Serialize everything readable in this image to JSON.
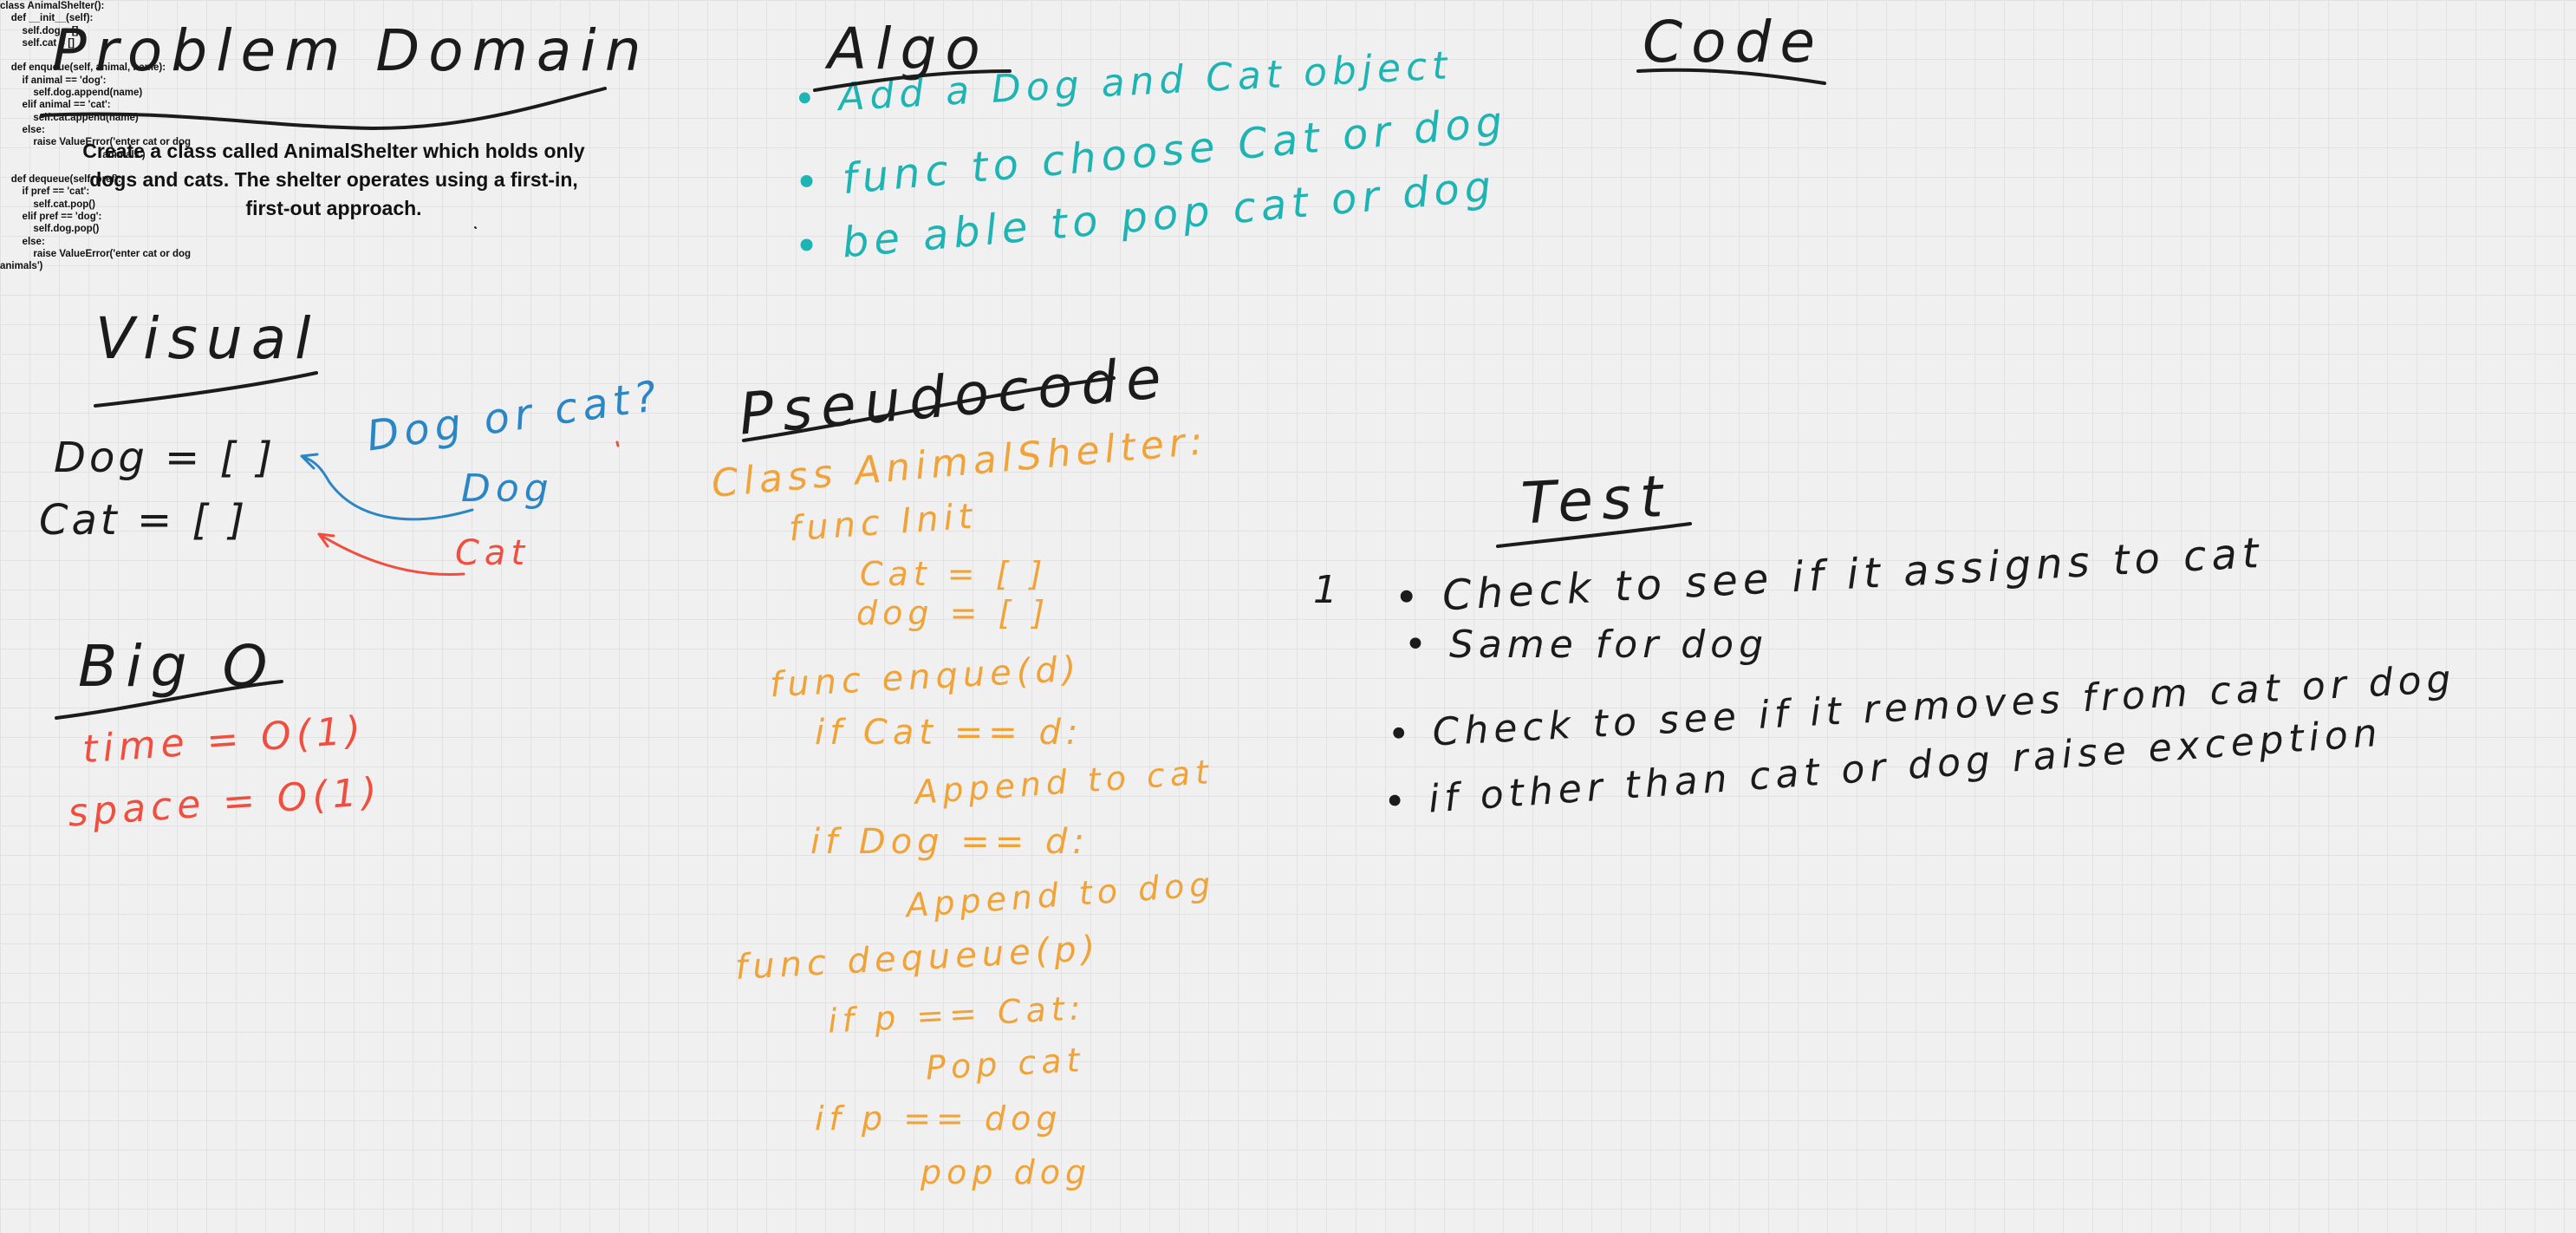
{
  "problem_domain": {
    "heading": "Problem Domain",
    "description": "Create a class called AnimalShelter which holds only\ndogs and cats. The shelter operates using a first-in,\nfirst-out approach."
  },
  "algo": {
    "heading": "Algo",
    "bullets": [
      "• Add a Dog and Cat object",
      "• func to choose Cat or dog",
      "• be able to pop cat or dog"
    ]
  },
  "code": {
    "heading": "Code",
    "listing": "class AnimalShelter():\n    def __init__(self):\n        self.dog = []\n        self.cat = []\n\n    def enqueue(self, animal, name):\n        if animal == 'dog':\n            self.dog.append(name)\n        elif animal == 'cat':\n            self.cat.append(name)\n        else:\n            raise ValueError('enter cat or dog\n                                     animals')\n\n    def dequeue(self, pref):\n        if pref == 'cat':\n            self.cat.pop()\n        elif pref == 'dog':\n            self.dog.pop()\n        else:\n            raise ValueError('enter cat or dog\nanimals')"
  },
  "visual": {
    "heading": "Visual",
    "dog_line": "Dog = [ ]",
    "cat_line": "Cat = [  ]",
    "question": "Dog or cat?",
    "dog_label": "Dog",
    "cat_label": "Cat"
  },
  "big_o": {
    "heading": "Big O",
    "time": "time = O(1)",
    "space": "space = O(1)"
  },
  "pseudocode": {
    "heading": "Pseudocode",
    "lines": [
      "Class AnimalShelter:",
      "func Init",
      "Cat = [ ]",
      "dog = [ ]",
      "func enque(d)",
      "if Cat == d:",
      "Append to cat",
      "if Dog == d:",
      "Append to dog",
      "func dequeue(p)",
      "if p == Cat:",
      "Pop cat",
      "if p == dog",
      "pop dog"
    ]
  },
  "test": {
    "heading": "Test",
    "number": "1",
    "bullets": [
      "• Check to see if it assigns to cat",
      "• Same for dog",
      "• Check to see if it removes from cat or dog",
      "• if other than cat or dog raise exception"
    ]
  },
  "colors": {
    "black_ink": "#1b1b1b",
    "teal_ink": "#1fb4b4",
    "orange_ink": "#f0a338",
    "blue_ink": "#2b86c5",
    "red_ink": "#f04e3e",
    "background": "#f0f0f0"
  }
}
